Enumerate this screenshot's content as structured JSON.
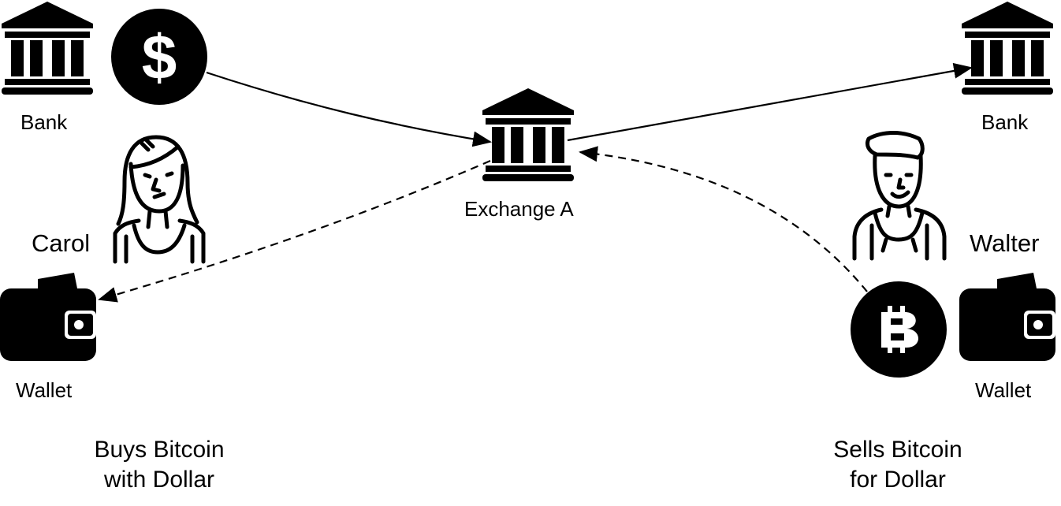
{
  "bank_left_label": "Bank",
  "bank_right_label": "Bank",
  "exchange_label": "Exchange A",
  "buyer_name": "Carol",
  "seller_name": "Walter",
  "wallet_left_label": "Wallet",
  "wallet_right_label": "Wallet",
  "buyer_caption_line1": "Buys Bitcoin",
  "buyer_caption_line2": "with Dollar",
  "seller_caption_line1": "Sells Bitcoin",
  "seller_caption_line2": "for Dollar",
  "icons": {
    "bank": "bank-icon",
    "dollar": "dollar-coin-icon",
    "bitcoin": "bitcoin-coin-icon",
    "wallet": "wallet-icon",
    "woman": "woman-avatar-icon",
    "man": "man-avatar-icon"
  }
}
